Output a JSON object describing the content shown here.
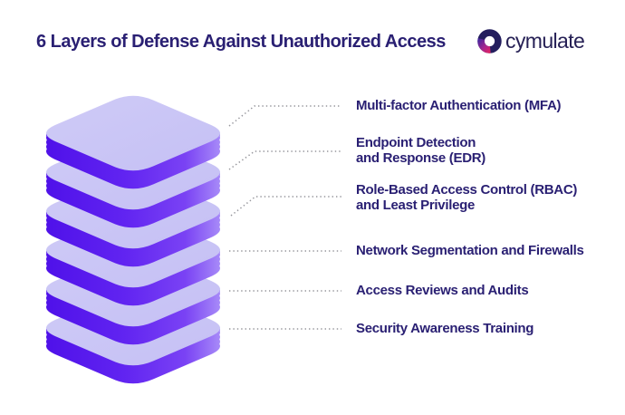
{
  "title": "6 Layers of Defense Against Unauthorized Access",
  "logo": {
    "text": "cymulate"
  },
  "diagram": {
    "type": "layered-stack-infographic",
    "layer_count": 6,
    "labels": [
      {
        "line1": "Multi-factor Authentication (MFA)"
      },
      {
        "line1": "Endpoint Detection",
        "line2": "and Response (EDR)"
      },
      {
        "line1": "Role-Based Access Control (RBAC)",
        "line2": "and Least Privilege"
      },
      {
        "line1": "Network Segmentation and Firewalls"
      },
      {
        "line1": "Access Reviews and Audits"
      },
      {
        "line1": "Security Awareness Training"
      }
    ]
  },
  "colors": {
    "background": "#ffffff",
    "title_text": "#2a2073",
    "label_text": "#2a2073",
    "slab_top_face": "#c9c4f5",
    "slab_side_dark": "#4f11e9",
    "slab_side_light": "#a78af8",
    "connector_dots": "#96969c",
    "logo_navy": "#241e5e",
    "logo_magenta": "#ee2259"
  }
}
